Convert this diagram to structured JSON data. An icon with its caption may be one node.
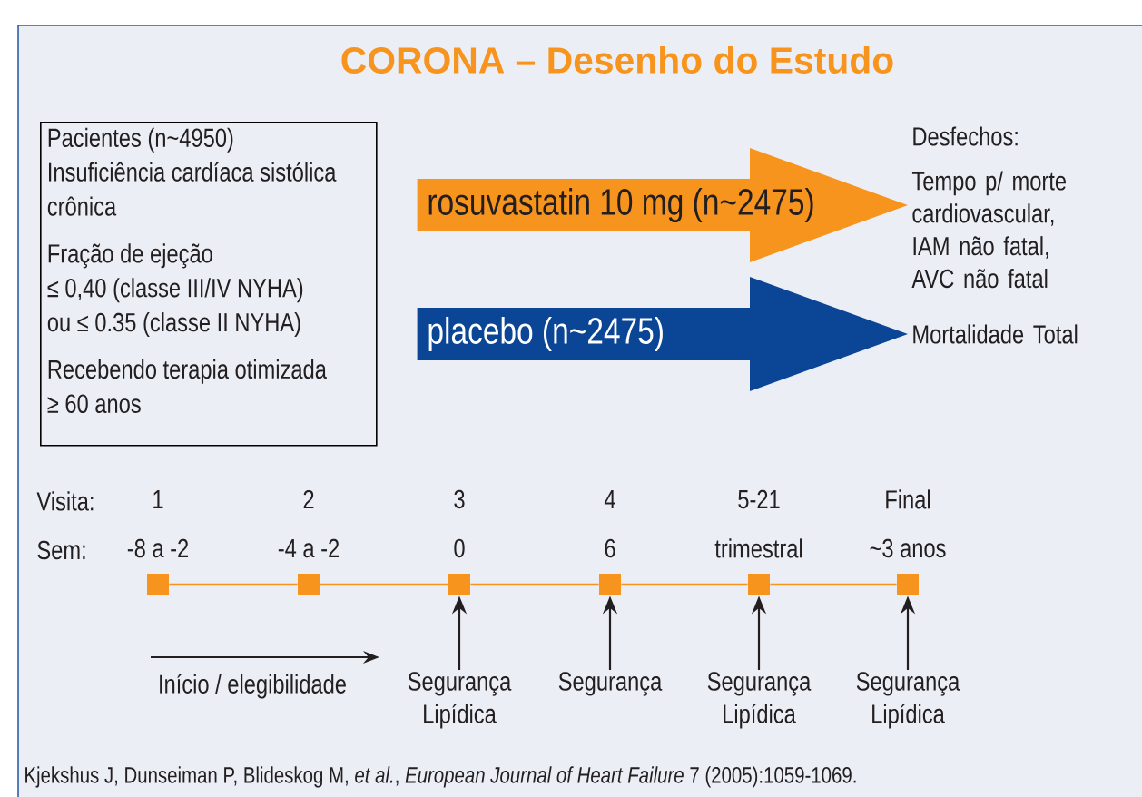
{
  "diagram": {
    "title": "CORONA – Desenho do Estudo",
    "caption": "Kjekshus J, Dunseiman P, Blideskog M, *et al.*, *European Journal of Heart Failure* 7 (2005):1059-1069.",
    "nodes": [
      {
        "text": [
          "Pacientes (n~4950)",
          "Insuficiência cardíaca sistólica crônica",
          "Fração de ejeção",
          "≤ 0,40 (classe III/IV NYHA)",
          "ou ≤ 0.35 (classe II NYHA)",
          "Recebendo terapia otimizada",
          "≥ 60 anos"
        ]
      },
      {
        "text": [
          "Tempo p/ morte cardiovascular, IAM não fatal, AVC não fatal"
        ]
      },
      {
        "text": [
          "Mortalidade Total"
        ]
      },
      {
        "text": [],
        "shape": "box",
        "beside": [
          "1",
          "-8 a -2"
        ]
      },
      {
        "text": [],
        "shape": "box",
        "beside": [
          "2",
          "-4 a -2"
        ]
      },
      {
        "text": [],
        "shape": "box",
        "beside": [
          "3",
          "0"
        ]
      },
      {
        "text": [],
        "shape": "box",
        "beside": [
          "4",
          "6"
        ]
      },
      {
        "text": [],
        "shape": "box",
        "beside": [
          "5-21",
          "trimestral"
        ]
      },
      {
        "text": [],
        "shape": "box",
        "beside": [
          "Final",
          "~3 anos"
        ]
      },
      {
        "text": [
          "Segurança Lipídica"
        ]
      },
      {
        "text": [
          "Segurança"
        ]
      },
      {
        "text": [
          "Segurança Lipídica"
        ]
      },
      {
        "text": [
          "Segurança Lipídica"
        ]
      }
    ],
    "edges": [
      {
        "from": 0,
        "to": 1,
        "arrow": "to",
        "label": "rosuvastatin 10 mg (n~2475)",
        "style": "thick",
        "color": "#f7941d"
      },
      {
        "from": 0,
        "to": 2,
        "arrow": "to",
        "label": "placebo (n~2475)",
        "style": "thick",
        "color": "#0b4595"
      },
      {
        "from": 3,
        "to": 4,
        "arrow": "none",
        "color": "#f7941d"
      },
      {
        "from": 4,
        "to": 5,
        "arrow": "none",
        "color": "#f7941d"
      },
      {
        "from": 5,
        "to": 6,
        "arrow": "none",
        "color": "#f7941d"
      },
      {
        "from": 6,
        "to": 7,
        "arrow": "none",
        "color": "#f7941d"
      },
      {
        "from": 7,
        "to": 8,
        "arrow": "none",
        "color": "#f7941d"
      },
      {
        "from": 9,
        "to": 5,
        "arrow": "to",
        "color": "#231f20"
      },
      {
        "from": 10,
        "to": 6,
        "arrow": "to",
        "color": "#231f20"
      },
      {
        "from": 11,
        "to": 7,
        "arrow": "to",
        "color": "#231f20"
      },
      {
        "from": 12,
        "to": 8,
        "arrow": "to",
        "color": "#231f20"
      }
    ],
    "labels": [
      "Desfechos:",
      "Visita:",
      "Sem:",
      "Início / elegibilidade"
    ]
  }
}
